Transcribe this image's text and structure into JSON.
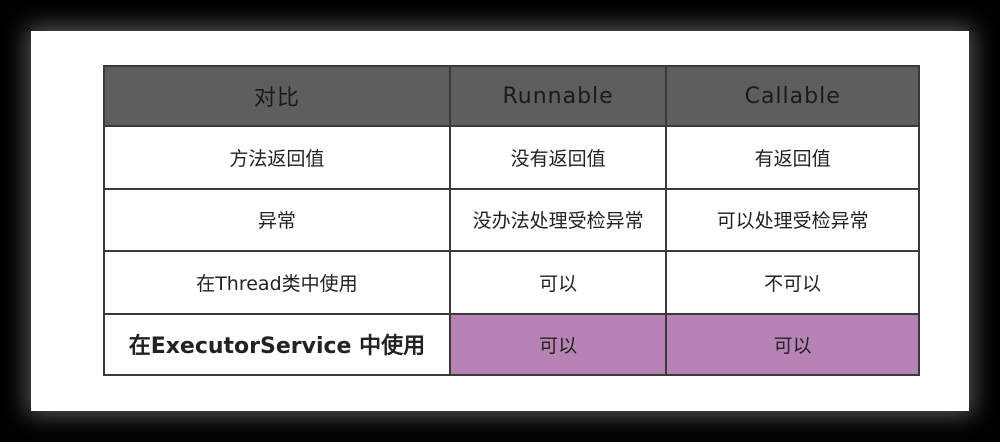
{
  "table": {
    "columns": [
      "对比",
      "Runnable",
      "Callable"
    ],
    "rows": [
      [
        "方法返回值",
        "没有返回值",
        "有返回值"
      ],
      [
        "异常",
        "没办法处理受检异常",
        "可以处理受检异常"
      ],
      [
        "在Thread类中使用",
        "可以",
        "不可以"
      ],
      [
        "在ExecutorService 中使用",
        "可以",
        "可以"
      ]
    ]
  },
  "colors": {
    "header_bg": "#5e5e5e",
    "highlight": "#b783b5",
    "border": "#3a3a3a",
    "background": "#000000",
    "canvas": "#ffffff"
  }
}
